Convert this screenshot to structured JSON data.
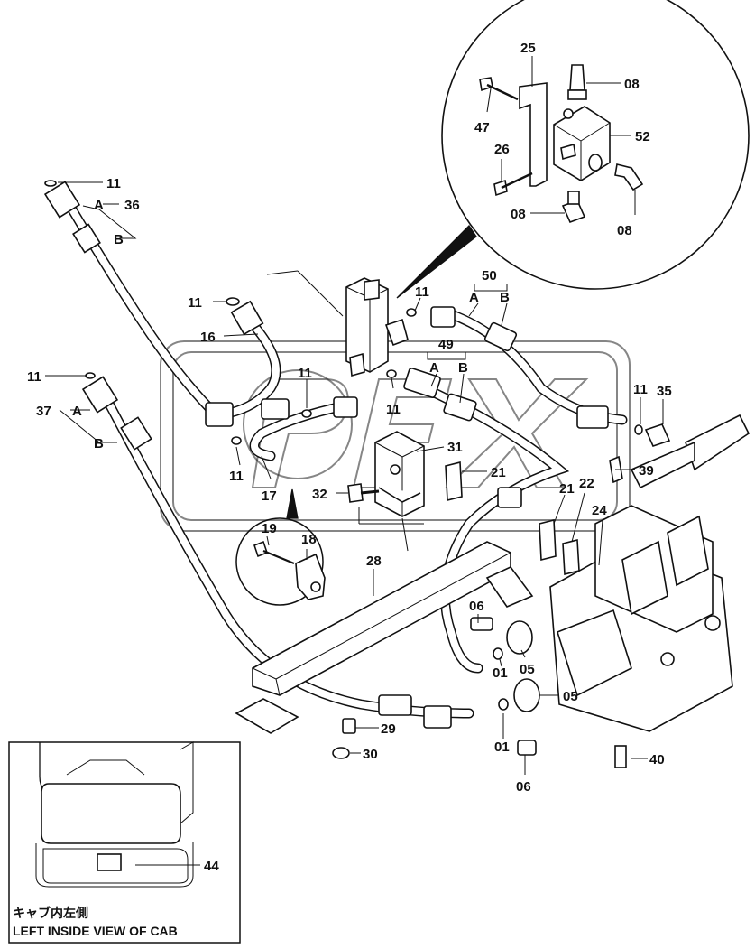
{
  "watermark": "PFX",
  "inset_caption": {
    "japanese": "キャブ内左側",
    "english": "LEFT INSIDE VIEW OF CAB"
  },
  "callouts": {
    "c25": "25",
    "c08a": "08",
    "c47": "47",
    "c52": "52",
    "c26": "26",
    "c08b": "08",
    "c08c": "08",
    "c11a": "11",
    "c36": "36",
    "c36a": "A",
    "c36b": "B",
    "c50": "50",
    "c50a": "A",
    "c50b": "B",
    "c11b": "11",
    "c11c": "11",
    "c16": "16",
    "c49": "49",
    "c49a": "A",
    "c49b": "B",
    "c11d": "11",
    "c11e": "11",
    "c37": "37",
    "c37a": "A",
    "c37b": "B",
    "c11f": "11",
    "c11g": "11",
    "c35": "35",
    "c31": "31",
    "c21a": "21",
    "c17": "17",
    "c11h": "11",
    "c32": "32",
    "c39": "39",
    "c21b": "21",
    "c22": "22",
    "c19": "19",
    "c18": "18",
    "c24": "24",
    "c28": "28",
    "c06a": "06",
    "c01a": "01",
    "c05a": "05",
    "c05b": "05",
    "c29": "29",
    "c01b": "01",
    "c30": "30",
    "c06b": "06",
    "c40": "40",
    "c44": "44"
  }
}
